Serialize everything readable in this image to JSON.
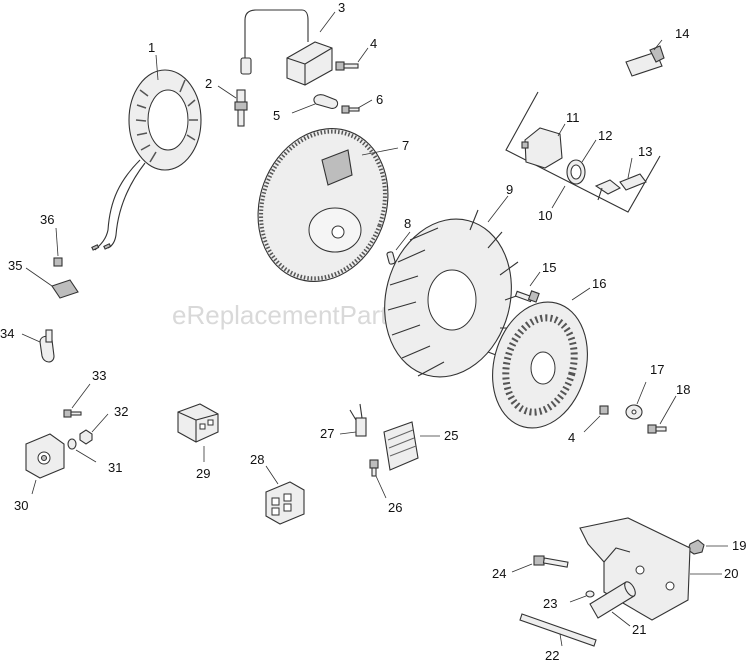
{
  "watermark": "eReplacementParts.com",
  "callouts": {
    "c1": "1",
    "c2": "2",
    "c3": "3",
    "c4a": "4",
    "c4b": "4",
    "c5": "5",
    "c6": "6",
    "c7": "7",
    "c8": "8",
    "c9": "9",
    "c10": "10",
    "c11": "11",
    "c12": "12",
    "c13": "13",
    "c14": "14",
    "c15": "15",
    "c16": "16",
    "c17": "17",
    "c18": "18",
    "c19": "19",
    "c20": "20",
    "c21": "21",
    "c22": "22",
    "c23": "23",
    "c24": "24",
    "c25": "25",
    "c26": "26",
    "c27": "27",
    "c28": "28",
    "c29": "29",
    "c30": "30",
    "c31": "31",
    "c32": "32",
    "c33": "33",
    "c34": "34",
    "c35": "35",
    "c36": "36"
  }
}
